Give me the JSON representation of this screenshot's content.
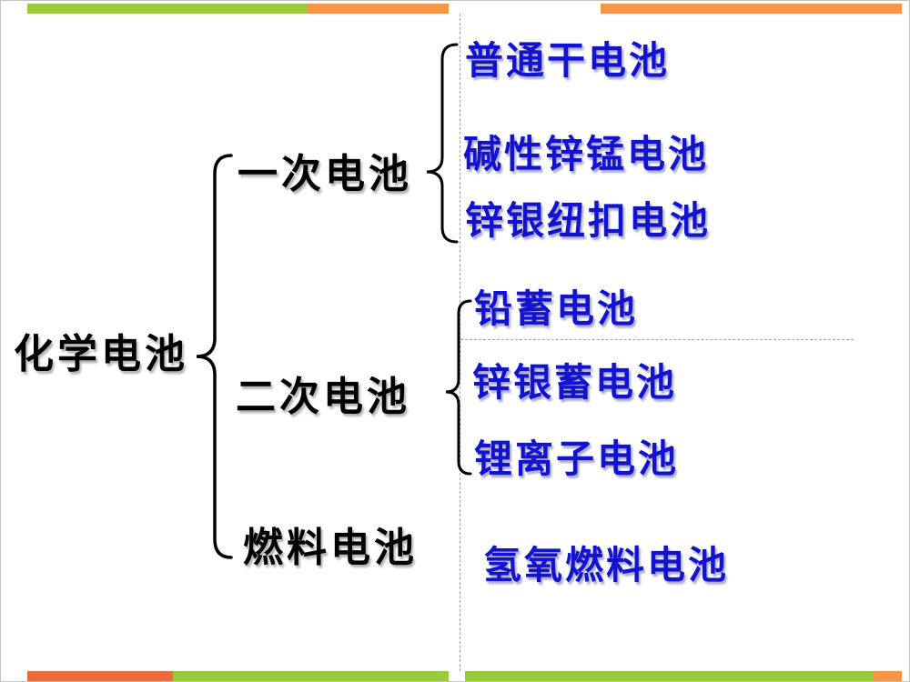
{
  "tree": {
    "root": "化学电池",
    "branches": [
      {
        "label": "一次电池",
        "children": [
          "普通干电池",
          "碱性锌锰电池",
          "锌银纽扣电池"
        ]
      },
      {
        "label": "二次电池",
        "children": [
          "铅蓄电池",
          "锌银蓄电池",
          "锂离子电池"
        ]
      },
      {
        "label": "燃料电池",
        "children": [
          "氢氧燃料电池"
        ]
      }
    ]
  },
  "colors": {
    "branch_label": "#000000",
    "leaf_label": "#1313cf",
    "bar_green": "#9aca3b",
    "bar_orange": "#f79646",
    "bar_red_orange": "#e96b3a",
    "guide_dashed_gray": "#a6a6a6",
    "brace_black": "#000000"
  }
}
